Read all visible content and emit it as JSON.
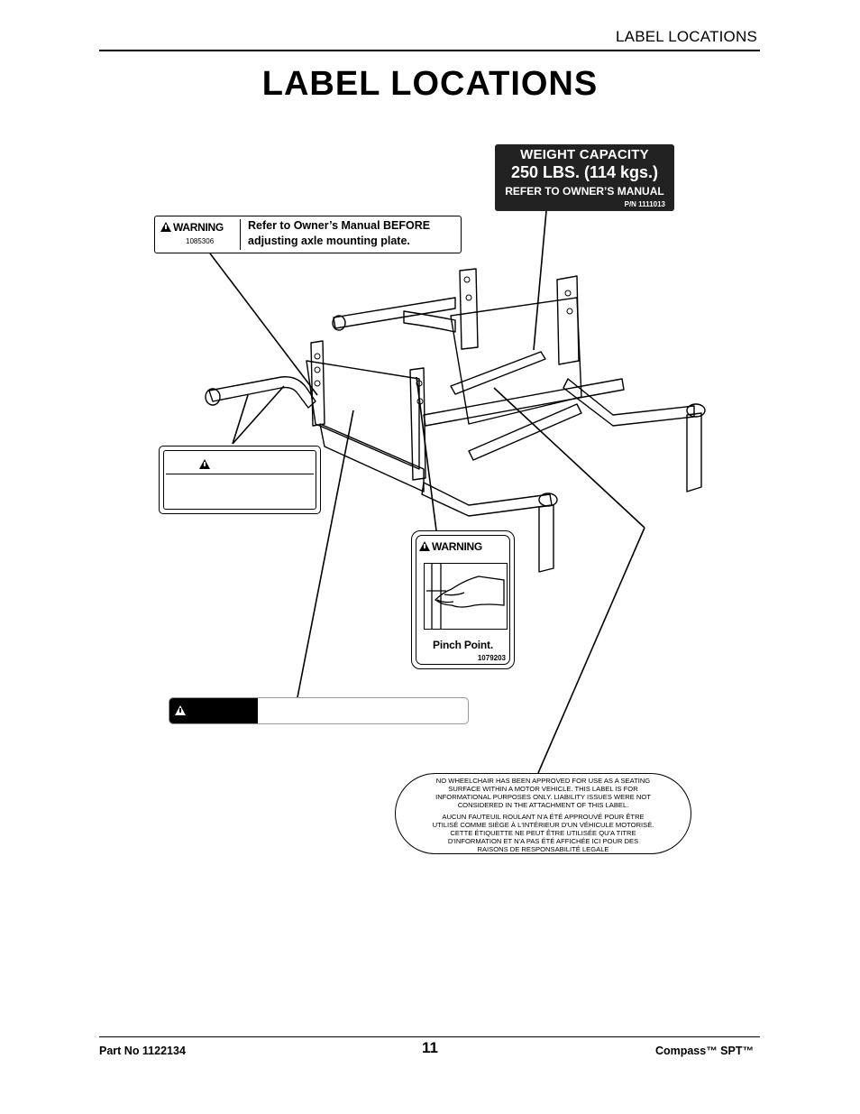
{
  "header": {
    "section": "LABEL LOCATIONS"
  },
  "title": "LABEL LOCATIONS",
  "labels": {
    "weight_capacity": {
      "line1": "WEIGHT CAPACITY",
      "line2": "250 LBS. (114 kgs.)",
      "line3": "REFER TO OWNER’S MANUAL",
      "part": "P/N 1111013"
    },
    "axle_warning": {
      "badge": "WARNING",
      "part": "1085306",
      "line1": "Refer to Owner’s Manual BEFORE",
      "line2": "adjusting axle mounting plate."
    },
    "pinch_point": {
      "badge": "WARNING",
      "caption": "Pinch Point.",
      "part": "1079203"
    },
    "motor_vehicle": {
      "en": "NO WHEELCHAIR HAS BEEN APPROVED FOR USE AS A SEATING\nSURFACE WITHIN A MOTOR VEHICLE. THIS LABEL IS FOR\nINFORMATIONAL PURPOSES ONLY. LIABILITY ISSUES WERE NOT\nCONSIDERED IN THE ATTACHMENT OF THIS LABEL.",
      "fr": "AUCUN FAUTEUIL ROULANT N'A ÉTÉ APPROUVÉ POUR ÊTRE\nUTILISÉ COMME SIÈGE À L'INTÉRIEUR D'UN VÉHICULE MOTORISÉ.\nCETTE ÉTIQUETTE NE PEUT ÊTRE UTILISÉE QU'A TITRE\nD'INFORMATION ET N'A PAS ÉTÉ AFFICHÉE ICI POUR DES\nRAISONS DE RESPONSABILITÉ LEGALE"
    }
  },
  "footer": {
    "part_no": "Part No 1122134",
    "page": "11",
    "product": "Compass™ SPT™"
  }
}
